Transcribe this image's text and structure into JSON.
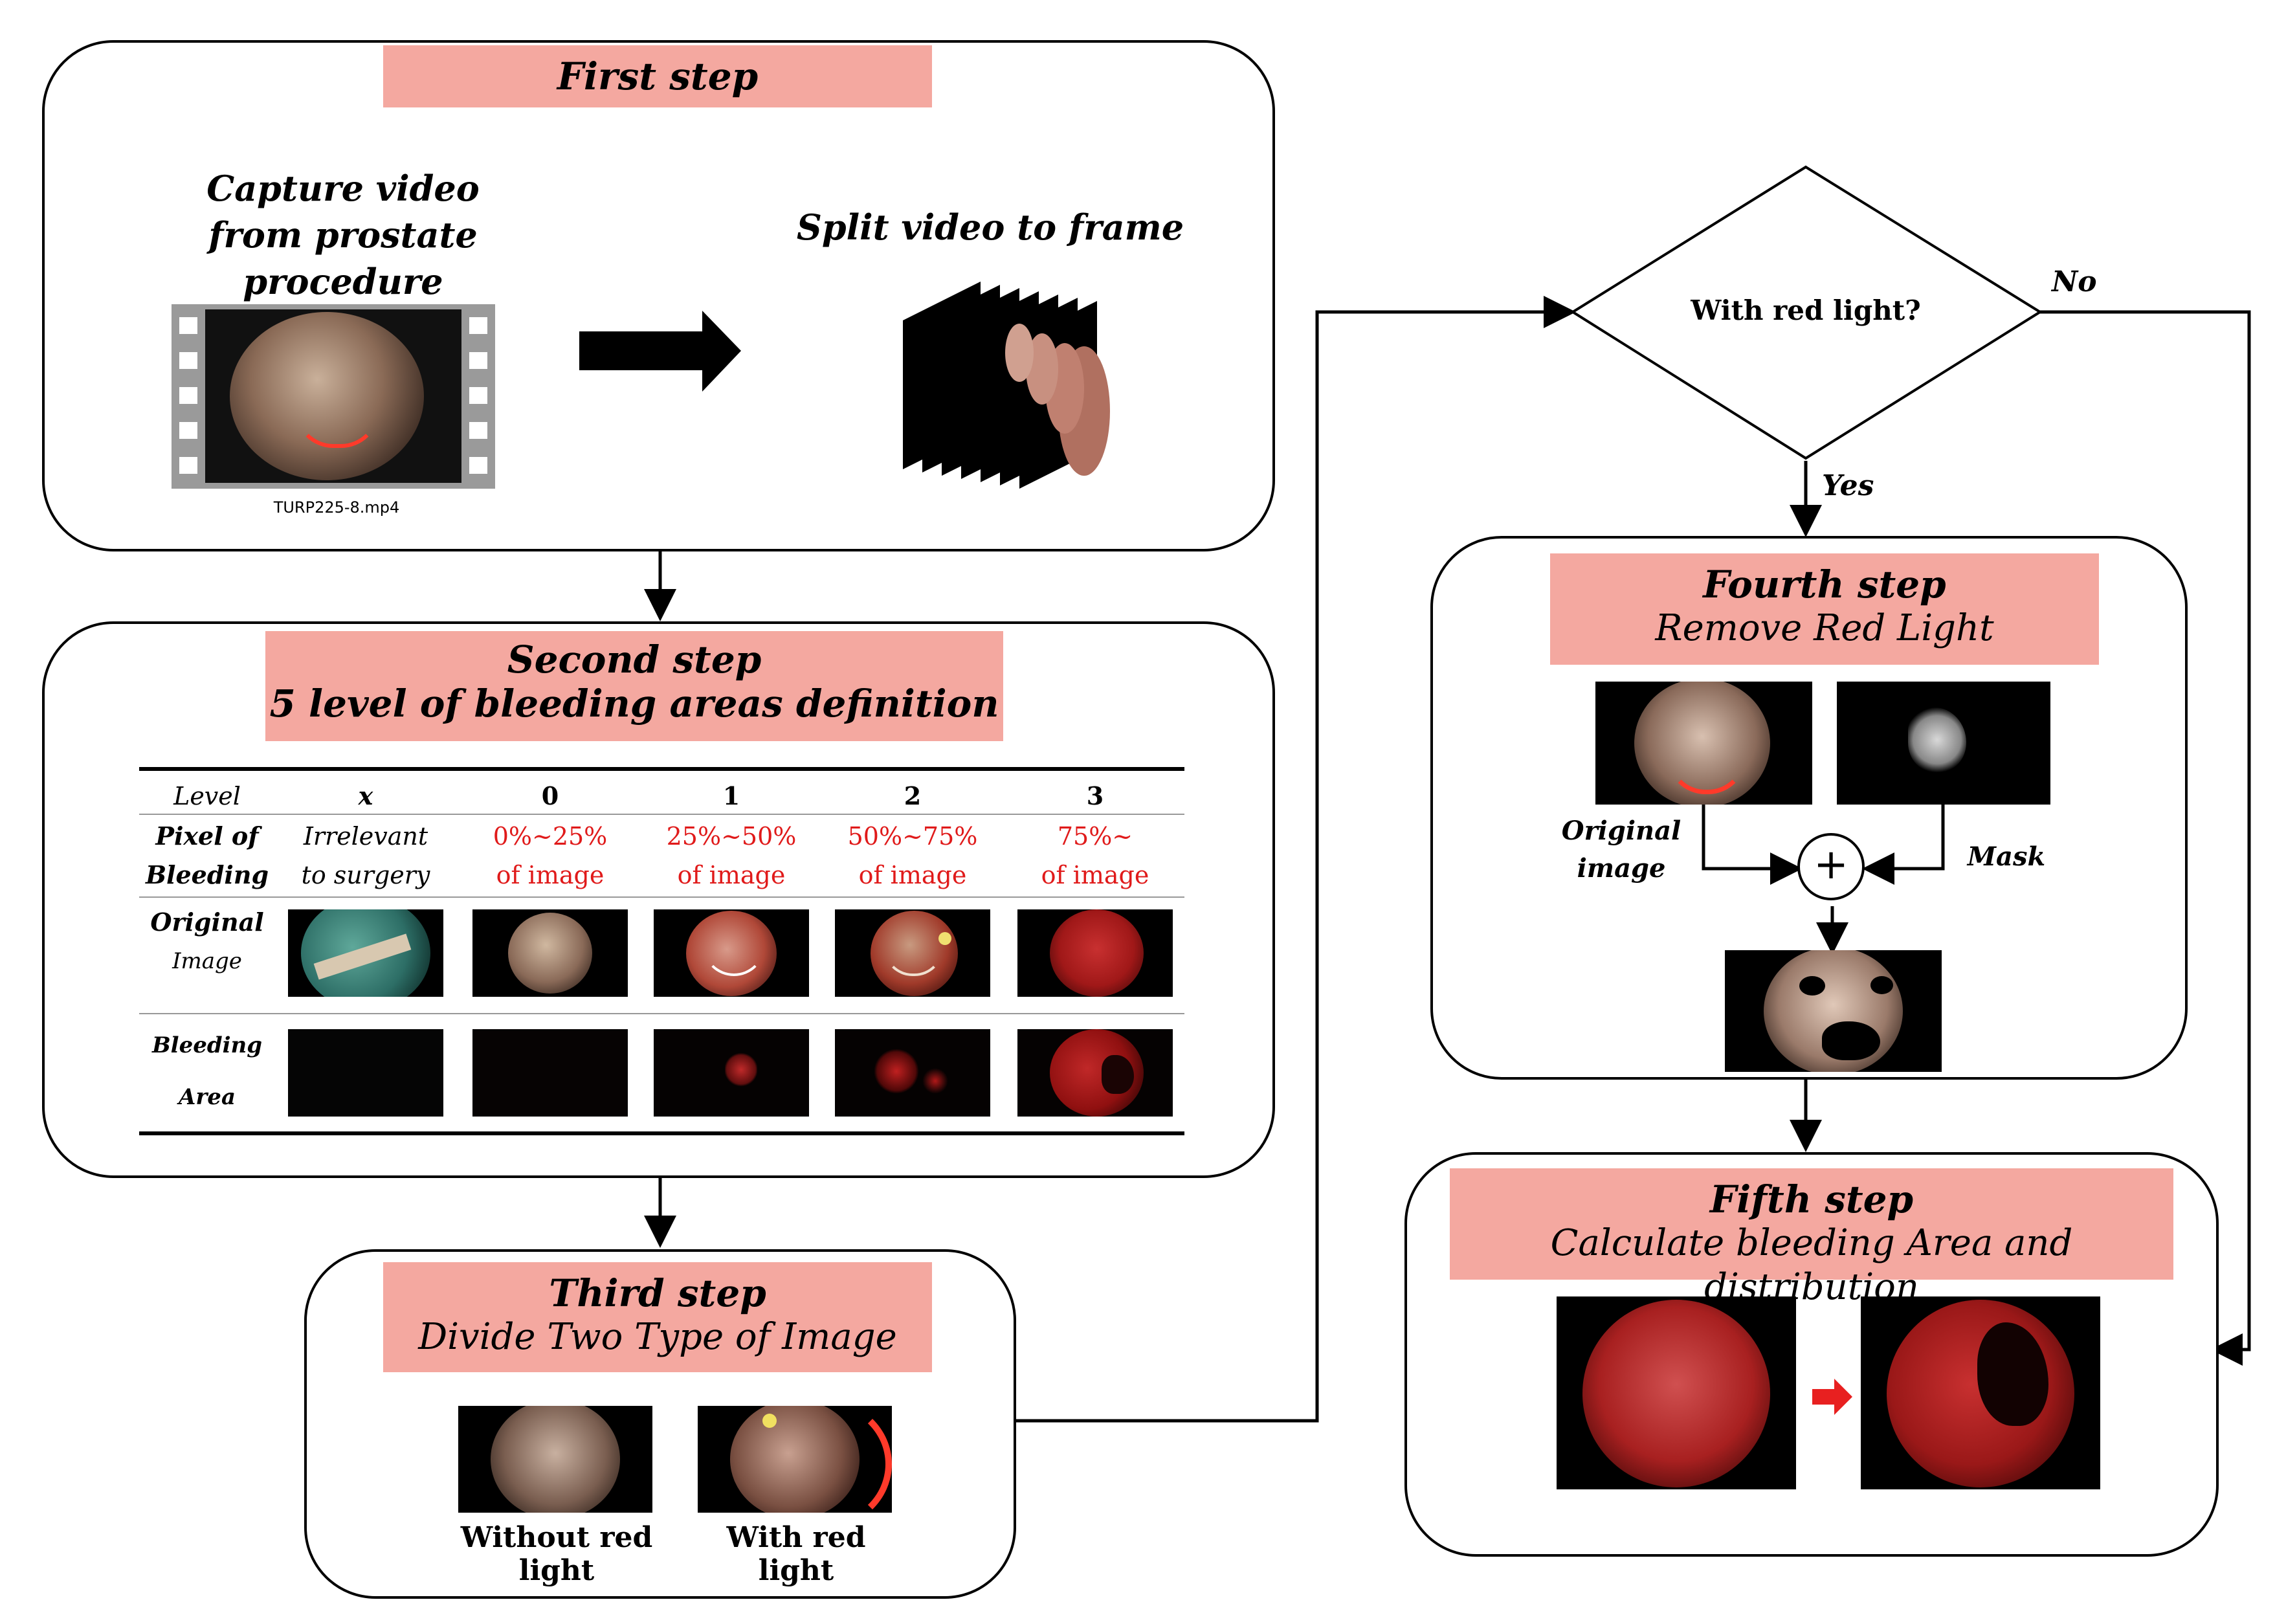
{
  "step1": {
    "title": "First step",
    "capture_line1": "Capture video",
    "capture_line2": "from prostate procedure",
    "split": "Split video to frame",
    "filename": "TURP225-8.mp4"
  },
  "step2": {
    "title_line1": "Second step",
    "title_line2": "5 level of bleeding areas definition",
    "table": {
      "row_headers": {
        "level": "Level",
        "pixel_line1": "Pixel of",
        "pixel_line2": "Bleeding",
        "original_line1": "Original",
        "original_line2": "Image",
        "bleeding_line1": "Bleeding",
        "bleeding_line2": "Area"
      },
      "levels": [
        "x",
        "0",
        "1",
        "2",
        "3"
      ],
      "pixel_line1": [
        "Irrelevant",
        "0%~25%",
        "25%~50%",
        "50%~75%",
        "75%~"
      ],
      "pixel_line2": [
        "to surgery",
        "of image",
        "of image",
        "of image",
        "of image"
      ],
      "red_columns": [
        false,
        true,
        true,
        true,
        true
      ]
    }
  },
  "step3": {
    "title_line1": "Third step",
    "title_line2": "Divide Two Type of Image",
    "label_without": "Without red light",
    "label_with": "With red light"
  },
  "decision": {
    "question": "With red light?",
    "no": "No",
    "yes": "Yes"
  },
  "step4": {
    "title_line1": "Fourth step",
    "title_line2": "Remove Red Light",
    "original_line1": "Original",
    "original_line2": "image",
    "mask": "Mask",
    "plus": "+"
  },
  "step5": {
    "title_line1": "Fifth step",
    "title_line2": "Calculate bleeding Area and distribution"
  },
  "colors": {
    "banner": "#f4a8a0",
    "red_text": "#e01a1a",
    "arrow_red": "#e82020"
  }
}
